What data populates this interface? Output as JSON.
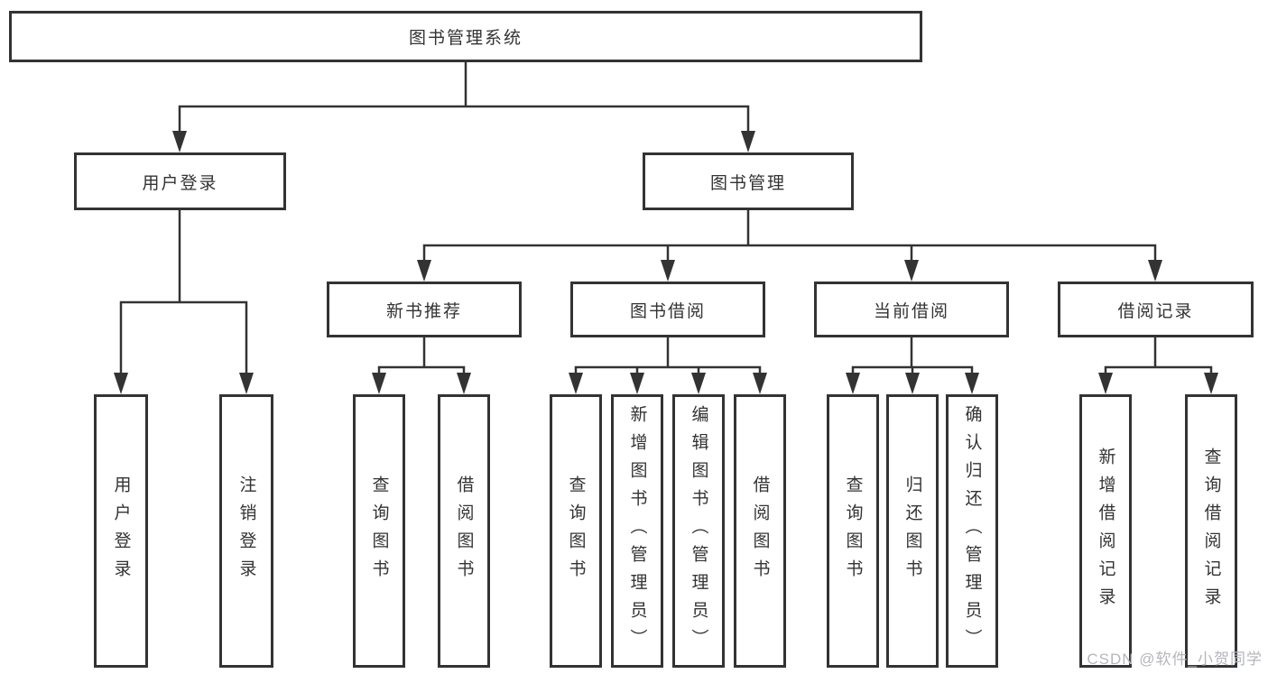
{
  "nodes": {
    "root": "图书管理系统",
    "level2": {
      "user_login": "用户登录",
      "book_mgmt": "图书管理"
    },
    "level3": {
      "new_book": "新书推荐",
      "borrow": "图书借阅",
      "current": "当前借阅",
      "records": "借阅记录"
    },
    "leaves": {
      "user_login": [
        "用户登录",
        "注销登录"
      ],
      "new_book": [
        "查询图书",
        "借阅图书"
      ],
      "borrow": [
        "查询图书",
        "新增图书（管理员）",
        "编辑图书（管理员）",
        "借阅图书"
      ],
      "current": [
        "查询图书",
        "归还图书",
        "确认归还（管理员）"
      ],
      "records": [
        "新增借阅记录",
        "查询借阅记录"
      ]
    }
  },
  "watermark": "CSDN @软件_小贺同学",
  "colors": {
    "line": "#333333",
    "text": "#333333",
    "background": "#ffffff",
    "watermark": "#b4b6bb"
  }
}
